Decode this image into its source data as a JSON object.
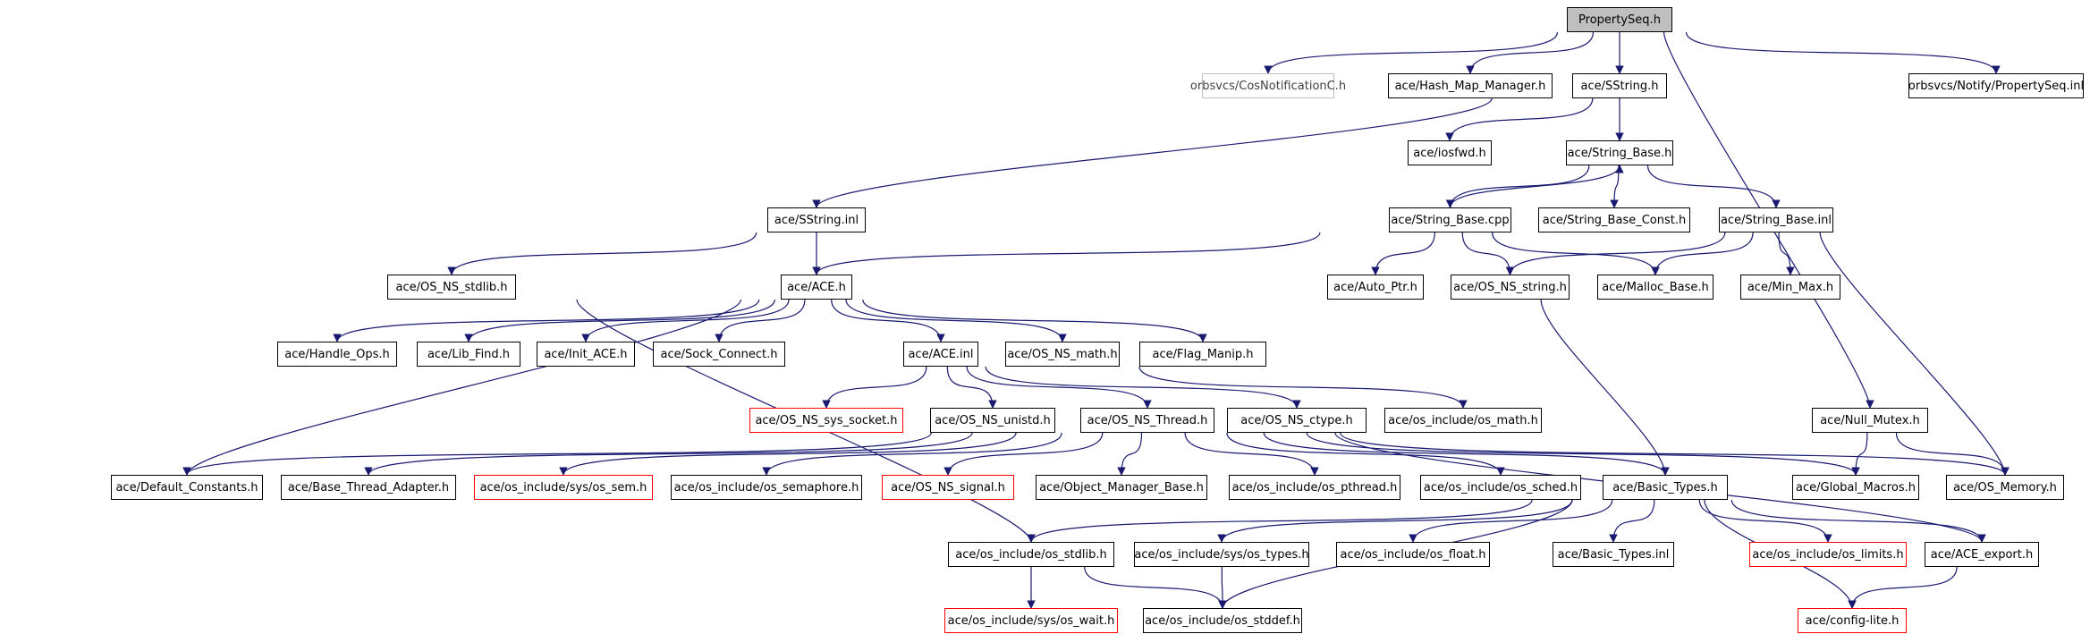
{
  "graph": {
    "style": {
      "edge_color": "#191970",
      "box_border": "#000000",
      "missing_border": "#ff0000",
      "external_border": "#bfbfbf",
      "root_fill": "#bfbfbf"
    },
    "nodes": {
      "root": "PropertySeq.h",
      "cosnotif": "orbsvcs/CosNotificationC.h",
      "hashmap": "ace/Hash_Map_Manager.h",
      "sstring": "ace/SString.h",
      "propinl": "orbsvcs/Notify/PropertySeq.inl",
      "iosfwd": "ace/iosfwd.h",
      "strbase": "ace/String_Base.h",
      "sstrinl": "ace/SString.inl",
      "strbasecpp": "ace/String_Base.cpp",
      "strconst": "ace/String_Base_Const.h",
      "strbaseinl": "ace/String_Base.inl",
      "osstdlib": "ace/OS_NS_stdlib.h",
      "aceh": "ace/ACE.h",
      "autoptr": "ace/Auto_Ptr.h",
      "osstring": "ace/OS_NS_string.h",
      "malloc": "ace/Malloc_Base.h",
      "minmax": "ace/Min_Max.h",
      "handleops": "ace/Handle_Ops.h",
      "libfind": "ace/Lib_Find.h",
      "initace": "ace/Init_ACE.h",
      "sockconn": "ace/Sock_Connect.h",
      "aceinl": "ace/ACE.inl",
      "osmath": "ace/OS_NS_math.h",
      "flagmanip": "ace/Flag_Manip.h",
      "ossocket": "ace/OS_NS_sys_socket.h",
      "osunistd": "ace/OS_NS_unistd.h",
      "osthread": "ace/OS_NS_Thread.h",
      "osctype": "ace/OS_NS_ctype.h",
      "osincmath": "ace/os_include/os_math.h",
      "nullmutex": "ace/Null_Mutex.h",
      "defconst": "ace/Default_Constants.h",
      "basethread": "ace/Base_Thread_Adapter.h",
      "ossem": "ace/os_include/sys/os_sem.h",
      "ossemaphore": "ace/os_include/os_semaphore.h",
      "ossignal": "ace/OS_NS_signal.h",
      "objmgr": "ace/Object_Manager_Base.h",
      "ospthread": "ace/os_include/os_pthread.h",
      "ossched": "ace/os_include/os_sched.h",
      "basictypes": "ace/Basic_Types.h",
      "globalmacros": "ace/Global_Macros.h",
      "osmemory": "ace/OS_Memory.h",
      "osincstdlib": "ace/os_include/os_stdlib.h",
      "ostypes": "ace/os_include/sys/os_types.h",
      "osfloat": "ace/os_include/os_float.h",
      "basictypesinl": "ace/Basic_Types.inl",
      "oslimits": "ace/os_include/os_limits.h",
      "aceexport": "ace/ACE_export.h",
      "oswait": "ace/os_include/sys/os_wait.h",
      "osstddef": "ace/os_include/os_stddef.h",
      "configlite": "ace/config-lite.h"
    }
  }
}
